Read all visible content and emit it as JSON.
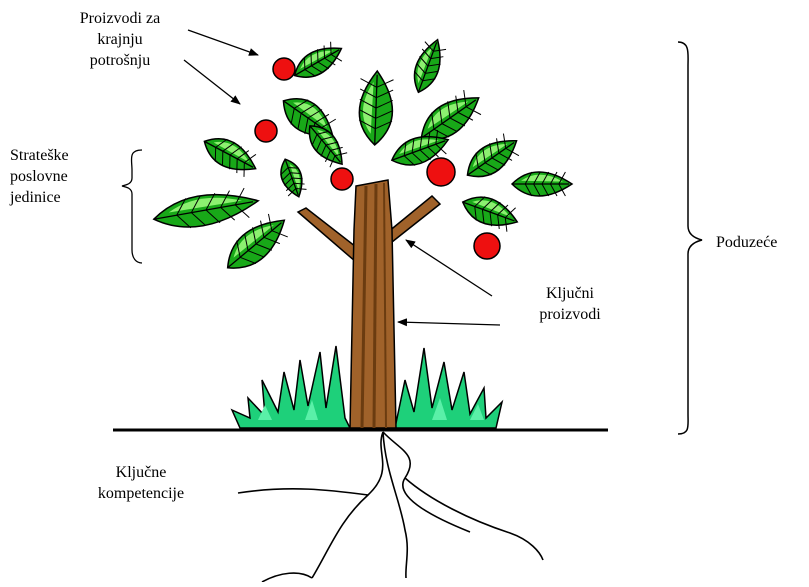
{
  "labels": {
    "end_products": [
      "Proizvodi za",
      "krajnju",
      "potrošnju"
    ],
    "business_units": [
      "Strateške",
      "poslovne",
      "jedinice"
    ],
    "company": "Poduzeće",
    "core_products": [
      "Ključni",
      "proizvodi"
    ],
    "core_competences": [
      "Ključne",
      "kompetencije"
    ]
  },
  "colors": {
    "leaf": "#18a818",
    "leaf_light": "#8cf070",
    "trunk": "#a0622a",
    "trunk_dark": "#6b3c10",
    "fruit": "#ee1010",
    "grass": "#1ed07a",
    "grass_light": "#5af0a8",
    "line": "#000000"
  }
}
